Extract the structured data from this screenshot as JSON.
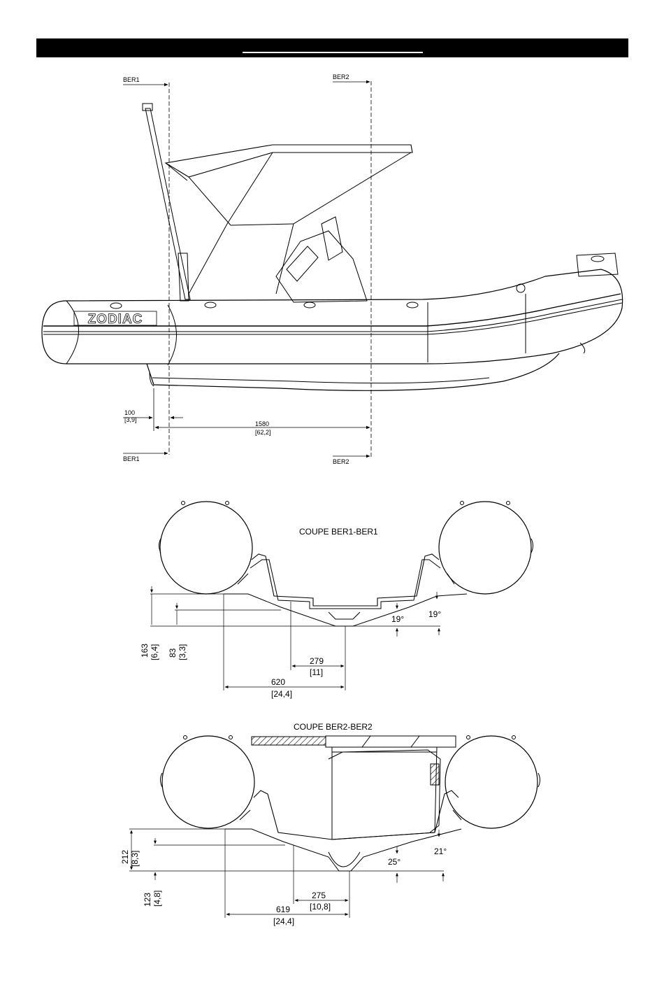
{
  "brand": {
    "logo_text": "ZODIAC"
  },
  "side_view": {
    "section_marks": {
      "ber1": "BER1",
      "ber2": "BER2"
    },
    "dim_small": {
      "value": "100",
      "inch": "[3,9]"
    },
    "dim_long": {
      "value": "1580",
      "inch": "[62,2]"
    }
  },
  "section_1": {
    "title": "COUPE BER1-BER1",
    "dim_height_total": {
      "value": "163",
      "inch": "[6,4]"
    },
    "dim_height_keel": {
      "value": "83",
      "inch": "[3,3]"
    },
    "dim_keel_width": {
      "value": "279",
      "inch": "[11]"
    },
    "dim_half_width": {
      "value": "620",
      "inch": "[24,4]"
    },
    "angle_inner": "19°",
    "angle_outer": "19°"
  },
  "section_2": {
    "title": "COUPE BER2-BER2",
    "dim_height_total": {
      "value": "212",
      "inch": "[8,3]"
    },
    "dim_height_keel": {
      "value": "123",
      "inch": "[4,8]"
    },
    "dim_keel_width": {
      "value": "275",
      "inch": "[10,8]"
    },
    "dim_half_width": {
      "value": "619",
      "inch": "[24,4]"
    },
    "angle_inner": "25°",
    "angle_outer": "21°"
  }
}
